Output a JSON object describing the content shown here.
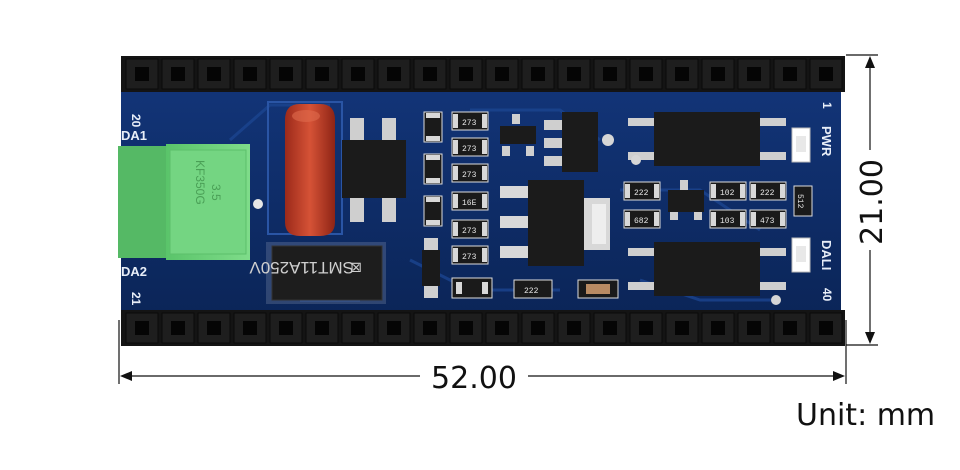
{
  "board": {
    "pin_left_top": "20",
    "pin_left_bottom": "21",
    "pin_right_top": "1",
    "pin_right_bottom": "40",
    "terminal_top_label": "DA1",
    "terminal_bottom_label": "DA2",
    "led_top_label": "PWR",
    "led_bottom_label": "DALI",
    "fuse_marking": "SMT11A250V",
    "fuse_logo": "⊠",
    "terminal_marking_1": "KF350G",
    "terminal_marking_2": "3.5",
    "ldo_marking": "",
    "resistor_marks": [
      "273",
      "273",
      "273",
      "16E",
      "273",
      "273",
      "222",
      "682",
      "222",
      "102",
      "222",
      "103",
      "473",
      "512"
    ]
  },
  "dimensions": {
    "width": "52.00",
    "height": "21.00",
    "unit_label": "Unit: mm"
  },
  "colors": {
    "pcb": "#0d2a66",
    "header": "#151515",
    "terminal": "#6fd27a",
    "fuse": "#c0402a"
  }
}
